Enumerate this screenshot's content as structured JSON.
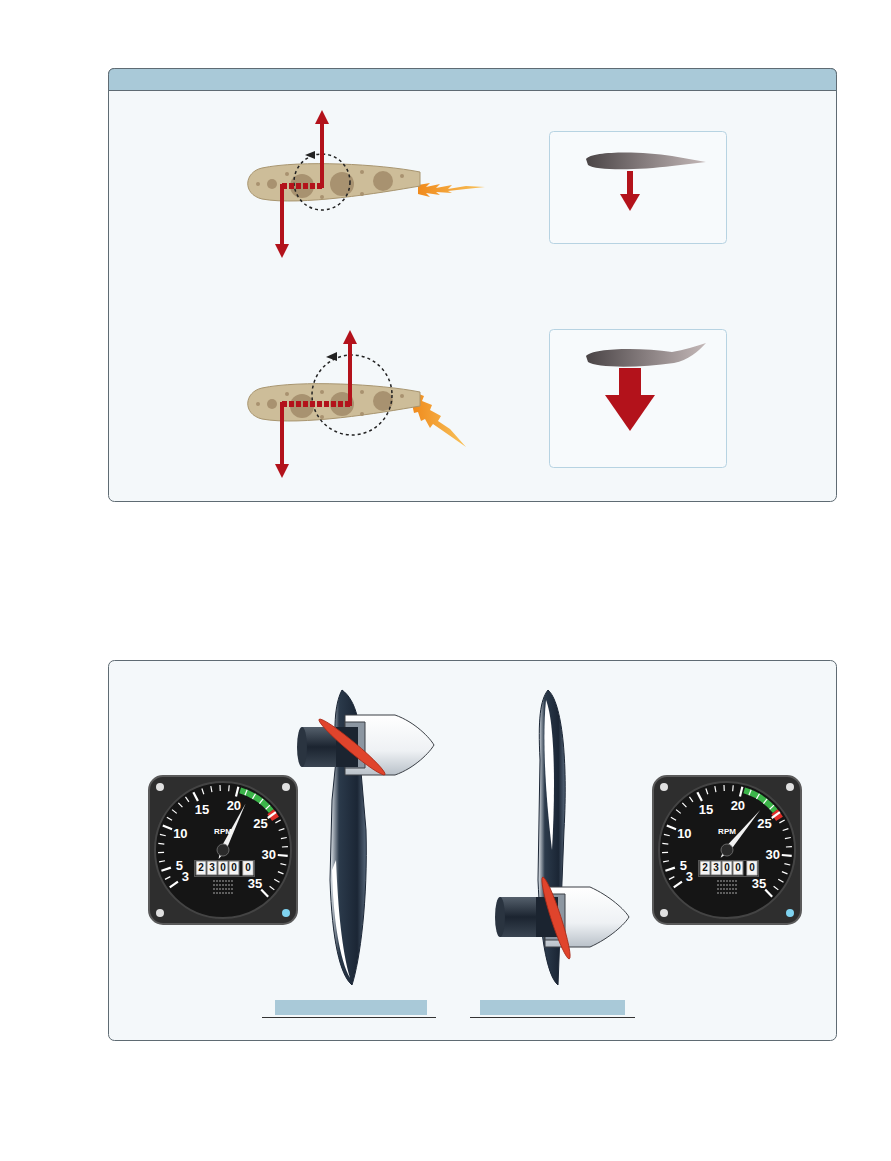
{
  "diagram": {
    "nodes": [
      {
        "text": [
          "15",
          "20",
          "10",
          "25",
          "5",
          "30",
          "3",
          "35",
          "RPM",
          "2",
          "3",
          "0",
          "0",
          "0"
        ]
      },
      {
        "text": [
          "15",
          "20",
          "10",
          "25",
          "5",
          "30",
          "3",
          "35",
          "RPM",
          "2",
          "3",
          "0",
          "0",
          "0"
        ]
      }
    ]
  }
}
